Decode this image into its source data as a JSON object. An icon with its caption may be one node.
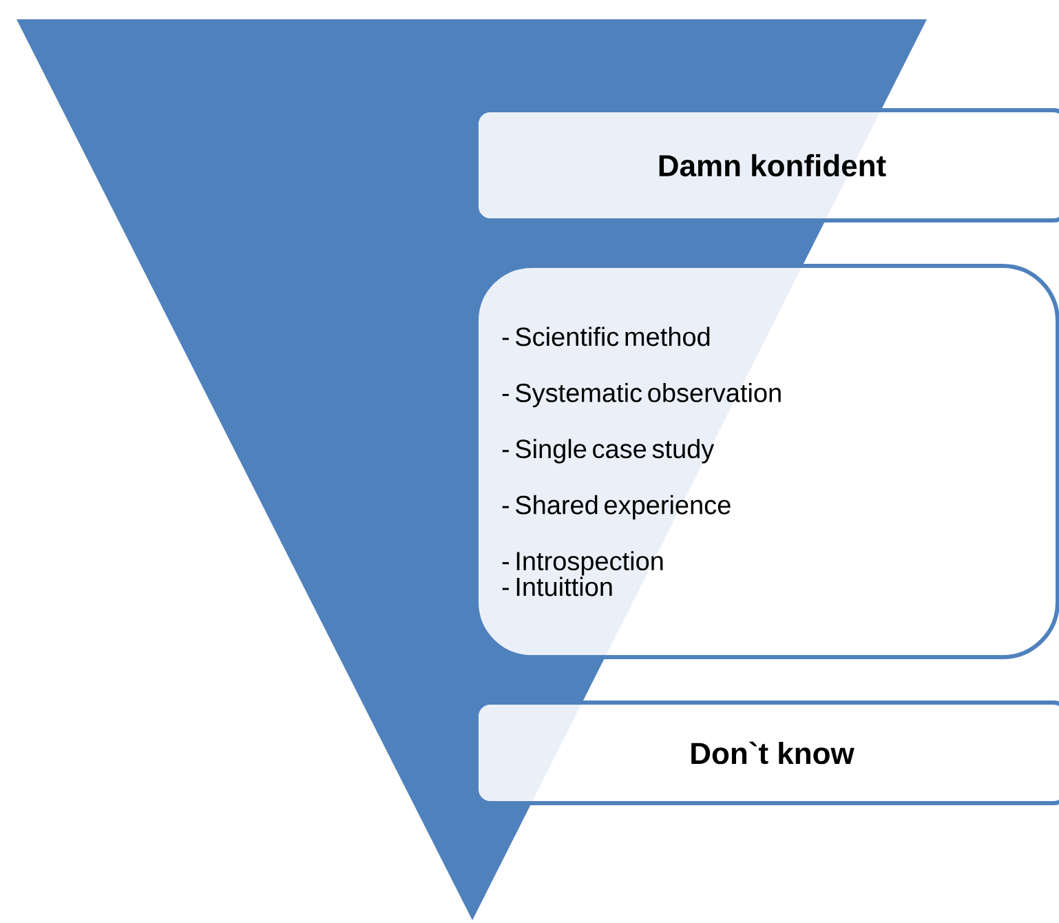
{
  "diagram": {
    "nodes": [
      {
        "text": [
          "Damn konfident"
        ]
      },
      {
        "text": [
          "- Scientific method",
          "- Systematic observation",
          "- Single case study",
          "- Shared experience",
          "- Introspection",
          "- Intuittion"
        ]
      },
      {
        "text": [
          "Don`t know"
        ]
      }
    ]
  }
}
